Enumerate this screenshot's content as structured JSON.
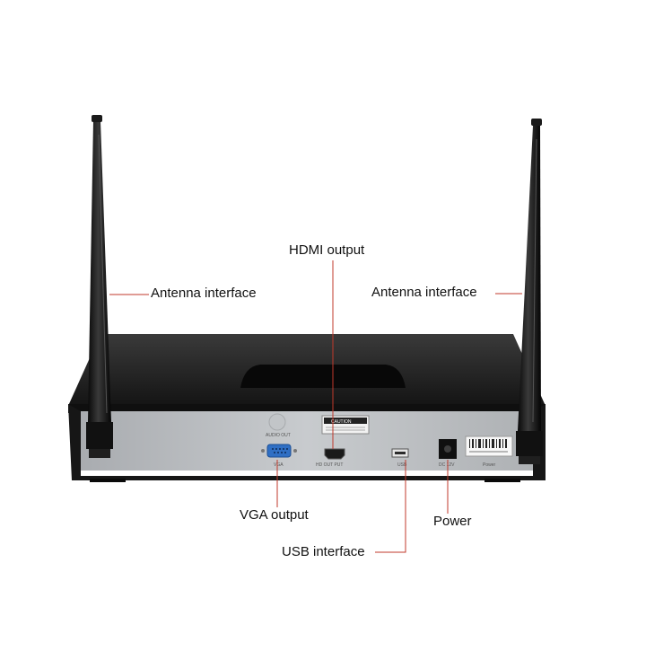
{
  "callouts": {
    "antenna_left": "Antenna interface",
    "antenna_right": "Antenna interface",
    "hdmi": "HDMI output",
    "vga": "VGA output",
    "usb": "USB interface",
    "power": "Power"
  },
  "panel_labels": {
    "audio_out": "AUDIO OUT",
    "vga": "VGA",
    "hd_out": "HD OUT PUT",
    "caution": "CAUTION",
    "usb": "USB",
    "dc": "DC 12V",
    "power": "Power"
  },
  "colors": {
    "callout_line": "#c0392b",
    "chassis": "#1b1b1b",
    "panel": "#b9bcbf",
    "vga_port": "#2f6fc4"
  }
}
